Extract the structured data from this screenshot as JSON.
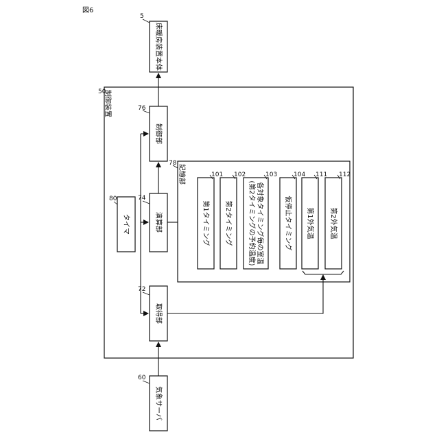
{
  "figure_label": "図6",
  "blocks": {
    "aircon_body": {
      "label": "床暖房装置本体",
      "ref": "5"
    },
    "control_device": {
      "label": "制御装置",
      "ref": "50"
    },
    "control_unit": {
      "label": "制御部",
      "ref": "76"
    },
    "computation_unit": {
      "label": "演算部",
      "ref": "74"
    },
    "timer": {
      "label": "タイマ",
      "ref": "80"
    },
    "acquisition_unit": {
      "label": "取得部",
      "ref": "72"
    },
    "weather_server": {
      "label": "気象サーバ",
      "ref": "60"
    },
    "storage_unit": {
      "label": "記憶部",
      "ref": "78"
    }
  },
  "storage_items": [
    {
      "ref": "101",
      "lines": [
        "第1タイミング"
      ]
    },
    {
      "ref": "102",
      "lines": [
        "第2タイミング"
      ]
    },
    {
      "ref": "103",
      "lines": [
        "各対象タイミング毎の室温",
        "(第2タイミングの予約温度)"
      ]
    },
    {
      "ref": "104",
      "lines": [
        "仮停止タイミング"
      ]
    },
    {
      "ref": "111",
      "lines": [
        "第1外気温"
      ]
    },
    {
      "ref": "112",
      "lines": [
        "第2外気温"
      ]
    }
  ]
}
